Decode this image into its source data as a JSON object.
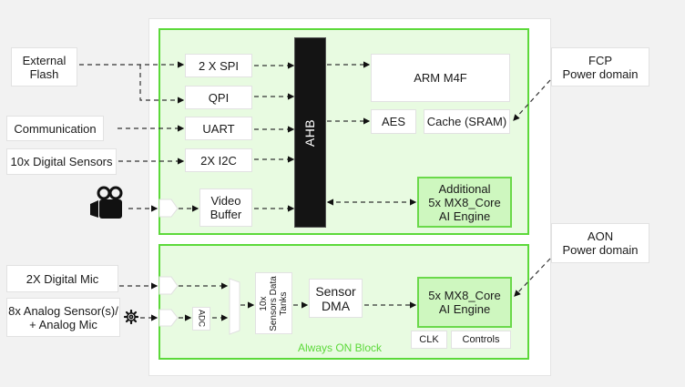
{
  "external": {
    "flash": "External\nFlash",
    "communication": "Communication",
    "digital_sensors": "10x Digital Sensors",
    "digital_mic": "2X Digital Mic",
    "analog_sensors_line1": "8x Analog Sensor(s)/",
    "analog_sensors_line2": "+ Analog Mic"
  },
  "fcp": {
    "interfaces": [
      "2 X SPI",
      "QPI",
      "UART",
      "2X I2C"
    ],
    "video_buffer_line1": "Video",
    "video_buffer_line2": "Buffer",
    "bus": "AHB",
    "cpu": "ARM M4F",
    "aes": "AES",
    "cache": "Cache (SRAM)",
    "ai_engine_line1": "Additional",
    "ai_engine_line2": "5x MX8_Core",
    "ai_engine_line3": "AI Engine"
  },
  "aon": {
    "adc": "ADC",
    "tanks_line1": "10x",
    "tanks_line2": "Sensors Data",
    "tanks_line3": "Tanks",
    "dma_line1": "Sensor",
    "dma_line2": "DMA",
    "ai_engine_line1": "5x MX8_Core",
    "ai_engine_line2": "AI Engine",
    "clk": "CLK",
    "controls": "Controls",
    "block_label": "Always ON Block"
  },
  "domains": {
    "fcp_line1": "FCP",
    "fcp_line2": "Power domain",
    "aon_line1": "AON",
    "aon_line2": "Power domain"
  },
  "icons": {
    "camera": "video-camera-icon",
    "gear": "gear-icon"
  },
  "colors": {
    "block_border": "#5cd93a",
    "block_fill": "#e8fbe1",
    "engine_fill": "#cef7bf",
    "bus_fill": "#141414"
  }
}
